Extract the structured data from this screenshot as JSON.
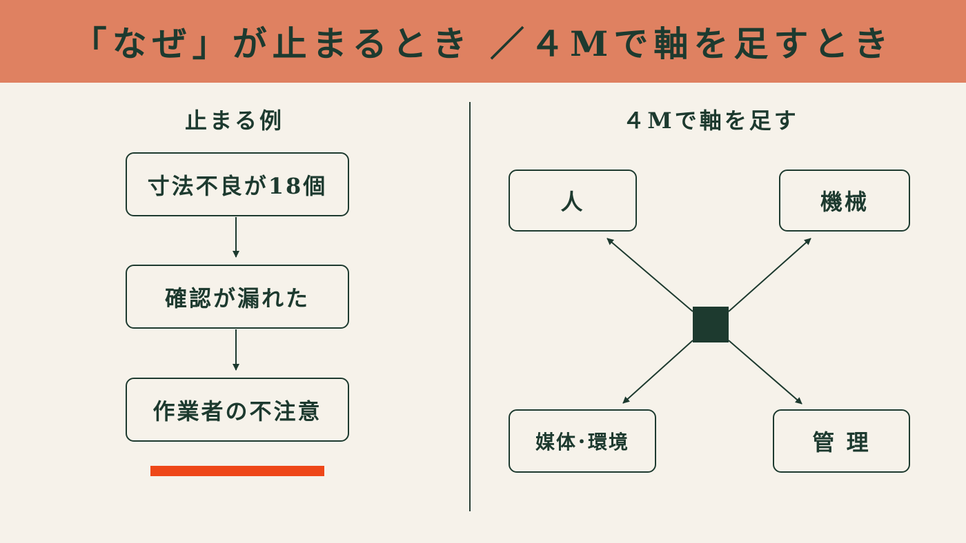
{
  "title": "「なぜ」が止まるとき ／４Mで軸を足すとき",
  "left": {
    "heading": "止まる例",
    "steps": [
      "寸法不良が18個",
      "確認が漏れた",
      "作業者の不注意"
    ]
  },
  "right": {
    "heading": "４Mで軸を足す",
    "nodes": {
      "person": "人",
      "machine": "機械",
      "medium": "媒体･環境",
      "management": "管 理"
    }
  },
  "colors": {
    "banner": "#df8161",
    "ink": "#1d3a2f",
    "background": "#f6f2ea",
    "highlight": "#ee4718"
  }
}
